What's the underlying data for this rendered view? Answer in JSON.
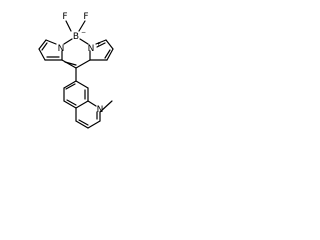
{
  "molecule": {
    "atoms": {
      "f_left": "F",
      "f_right": "F",
      "boron": "B",
      "boron_charge": "−",
      "n_left": "N",
      "n_right": "N",
      "n_right_charge": "+",
      "n_quinoline": "N"
    },
    "colors": {
      "bond": "#000000",
      "text": "#000000",
      "background": "#ffffff"
    }
  }
}
